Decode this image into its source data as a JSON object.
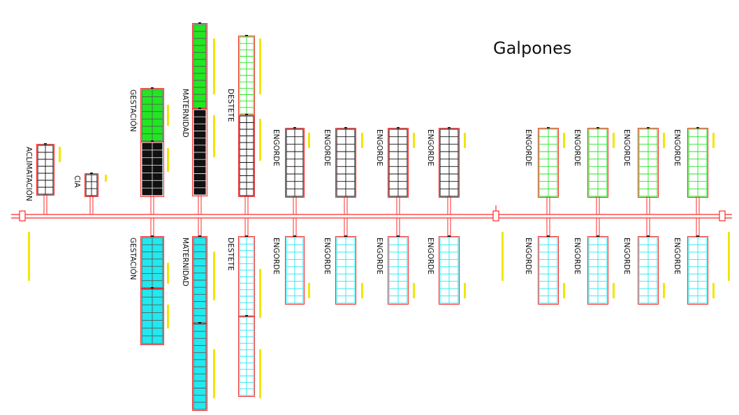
{
  "title": "Galpones",
  "colors": {
    "road": "#ff2a2a",
    "black": "#111111",
    "green": "#22e622",
    "cyan": "#22e8ef",
    "tag": "#f2e600",
    "grid_on_black": "#d8d8d8",
    "grid_on_light": "#5a5a5a"
  },
  "labels": {
    "aclimatacion": "ACLIMATACIÓN",
    "cia": "CIA",
    "gestacion": "GESTACIÓN",
    "maternidad": "MATERNIDAD",
    "destete": "DESTETE",
    "engorde": "ENGORDE"
  },
  "barns": [
    {
      "name": "aclimatacion",
      "label": "aclimatacion",
      "fill": "none",
      "grid": "black"
    },
    {
      "name": "cia",
      "label": "cia",
      "fill": "none",
      "grid": "black"
    },
    {
      "name": "gestacion-top",
      "label": "gestacion",
      "fill": "green",
      "grid": "light"
    },
    {
      "name": "gestacion-top-lower",
      "label": "",
      "fill": "black",
      "grid": "dark"
    },
    {
      "name": "maternidad-top",
      "label": "maternidad",
      "fill": "green",
      "grid": "light"
    },
    {
      "name": "maternidad-top-lower",
      "label": "",
      "fill": "black",
      "grid": "dark"
    },
    {
      "name": "destete-top",
      "label": "destete",
      "fill": "none",
      "grid": "green"
    },
    {
      "name": "destete-top-lower",
      "label": "",
      "fill": "none",
      "grid": "black"
    },
    {
      "name": "engorde-top-1",
      "label": "engorde",
      "fill": "none",
      "grid": "black"
    },
    {
      "name": "engorde-top-2",
      "label": "engorde",
      "fill": "none",
      "grid": "black"
    },
    {
      "name": "engorde-top-3",
      "label": "engorde",
      "fill": "none",
      "grid": "black"
    },
    {
      "name": "engorde-top-4",
      "label": "engorde",
      "fill": "none",
      "grid": "black"
    },
    {
      "name": "engorde-top-5",
      "label": "engorde",
      "fill": "none",
      "grid": "green"
    },
    {
      "name": "engorde-top-6",
      "label": "engorde",
      "fill": "none",
      "grid": "green"
    },
    {
      "name": "engorde-top-7",
      "label": "engorde",
      "fill": "none",
      "grid": "green"
    },
    {
      "name": "engorde-top-8",
      "label": "engorde",
      "fill": "none",
      "grid": "green"
    },
    {
      "name": "gestacion-bottom",
      "label": "gestacion",
      "fill": "cyan",
      "grid": "light"
    },
    {
      "name": "gestacion-bottom-lower",
      "label": "",
      "fill": "cyan",
      "grid": "light"
    },
    {
      "name": "maternidad-bottom",
      "label": "maternidad",
      "fill": "cyan",
      "grid": "light"
    },
    {
      "name": "maternidad-bottom-lower",
      "label": "",
      "fill": "cyan",
      "grid": "light"
    },
    {
      "name": "destete-bottom",
      "label": "destete",
      "fill": "none",
      "grid": "cyan"
    },
    {
      "name": "destete-bottom-lower",
      "label": "",
      "fill": "none",
      "grid": "cyan"
    },
    {
      "name": "engorde-bottom-1",
      "label": "engorde",
      "fill": "none",
      "grid": "cyan"
    },
    {
      "name": "engorde-bottom-2",
      "label": "engorde",
      "fill": "none",
      "grid": "cyan"
    },
    {
      "name": "engorde-bottom-3",
      "label": "engorde",
      "fill": "none",
      "grid": "cyan"
    },
    {
      "name": "engorde-bottom-4",
      "label": "engorde",
      "fill": "none",
      "grid": "cyan"
    },
    {
      "name": "engorde-bottom-5",
      "label": "engorde",
      "fill": "none",
      "grid": "cyan"
    },
    {
      "name": "engorde-bottom-6",
      "label": "engorde",
      "fill": "none",
      "grid": "cyan"
    },
    {
      "name": "engorde-bottom-7",
      "label": "engorde",
      "fill": "none",
      "grid": "cyan"
    },
    {
      "name": "engorde-bottom-8",
      "label": "engorde",
      "fill": "none",
      "grid": "cyan"
    }
  ]
}
